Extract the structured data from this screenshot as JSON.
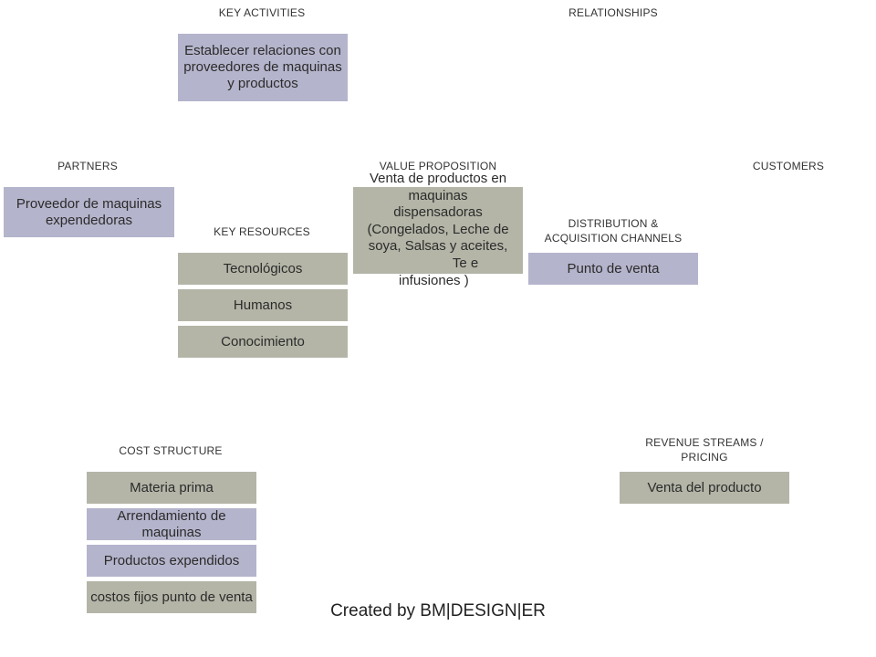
{
  "headers": {
    "key_activities": "KEY ACTIVITIES",
    "relationships": "RELATIONSHIPS",
    "partners": "PARTNERS",
    "value_proposition": "VALUE PROPOSITION",
    "customers": "CUSTOMERS",
    "key_resources": "KEY RESOURCES",
    "distribution": "DISTRIBUTION  &  ACQUISITION  CHANNELS",
    "cost_structure": "COST  STRUCTURE",
    "revenue_streams": "REVENUE  STREAMS  /  PRICING"
  },
  "key_activities": {
    "item": "Establecer relaciones con proveedores de maquinas y productos"
  },
  "partners": {
    "item": "Proveedor de maquinas expendedoras"
  },
  "value_proposition": {
    "line1": "Venta de productos en",
    "line2": "maquinas",
    "line3": "dispensadoras",
    "line4": "(Congelados, Leche de",
    "line5": "soya, Salsas y aceites,",
    "line6": "Te e",
    "line7": "infusiones )"
  },
  "key_resources": {
    "items": [
      "Tecnológicos",
      "Humanos",
      "Conocimiento"
    ]
  },
  "distribution": {
    "item": "Punto de venta"
  },
  "cost_structure": {
    "items": [
      "Materia prima",
      "Arrendamiento de maquinas",
      "Productos expendidos",
      "costos fijos punto de venta"
    ]
  },
  "revenue_streams": {
    "item": "Venta del producto"
  },
  "footer": "Created by BM|DESIGN|ER",
  "colors": {
    "purple_box": "#b4b4cc",
    "gray_box": "#b4b5a7"
  }
}
